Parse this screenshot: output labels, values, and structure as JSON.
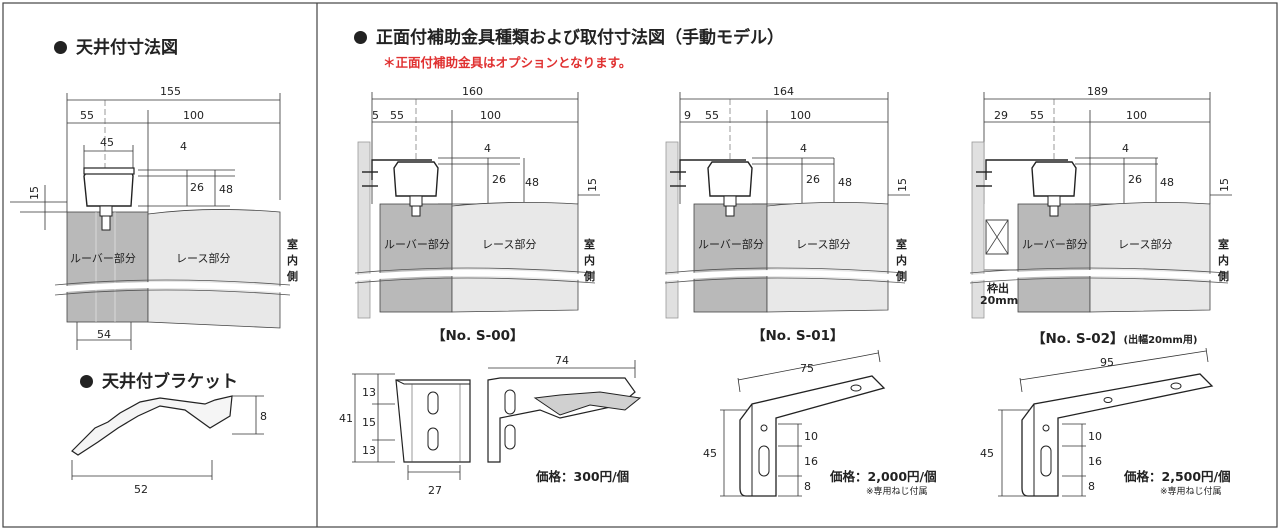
{
  "left": {
    "ceiling_title": "天井付寸法図",
    "bracket_title": "天井付ブラケット",
    "dims": {
      "d155": "155",
      "d55": "55",
      "d100": "100",
      "d45": "45",
      "d4": "4",
      "d26": "26",
      "d48": "48",
      "d15": "15",
      "d54": "54"
    },
    "bracket_dims": {
      "height": "8",
      "width": "52"
    },
    "louver": "ルーバー部分",
    "lace": "レース部分",
    "indoor": [
      "室",
      "内",
      "側"
    ]
  },
  "right": {
    "title": "正面付補助金具種類および取付寸法図（手動モデル）",
    "note": "＊正面付補助金具はオプションとなります。",
    "common": {
      "louver": "ルーバー部分",
      "lace": "レース部分",
      "indoor": [
        "室",
        "内",
        "側"
      ],
      "d55": "55",
      "d100": "100",
      "d4": "4",
      "d26": "26",
      "d48": "48",
      "d15": "15"
    },
    "s00": {
      "label": "【No. S-00】",
      "total": "160",
      "offset": "5",
      "dims": {
        "w": "74",
        "h": "41",
        "a": "13",
        "b": "15",
        "c": "13",
        "base": "27"
      },
      "price": "価格：300円/個"
    },
    "s01": {
      "label": "【No. S-01】",
      "total": "164",
      "offset": "9",
      "dims": {
        "w": "75",
        "h": "45",
        "a": "10",
        "b": "16",
        "c": "8"
      },
      "price": "価格：2,000円/個",
      "price_note": "※専用ねじ付属"
    },
    "s02": {
      "label": "【No. S-02】",
      "label_sub": "(出幅20mm用)",
      "total": "189",
      "offset": "29",
      "frame": [
        "枠出",
        "20mm"
      ],
      "dims": {
        "w": "95",
        "h": "45",
        "a": "10",
        "b": "16",
        "c": "8"
      },
      "price": "価格：2,500円/個",
      "price_note": "※専用ねじ付属"
    }
  }
}
